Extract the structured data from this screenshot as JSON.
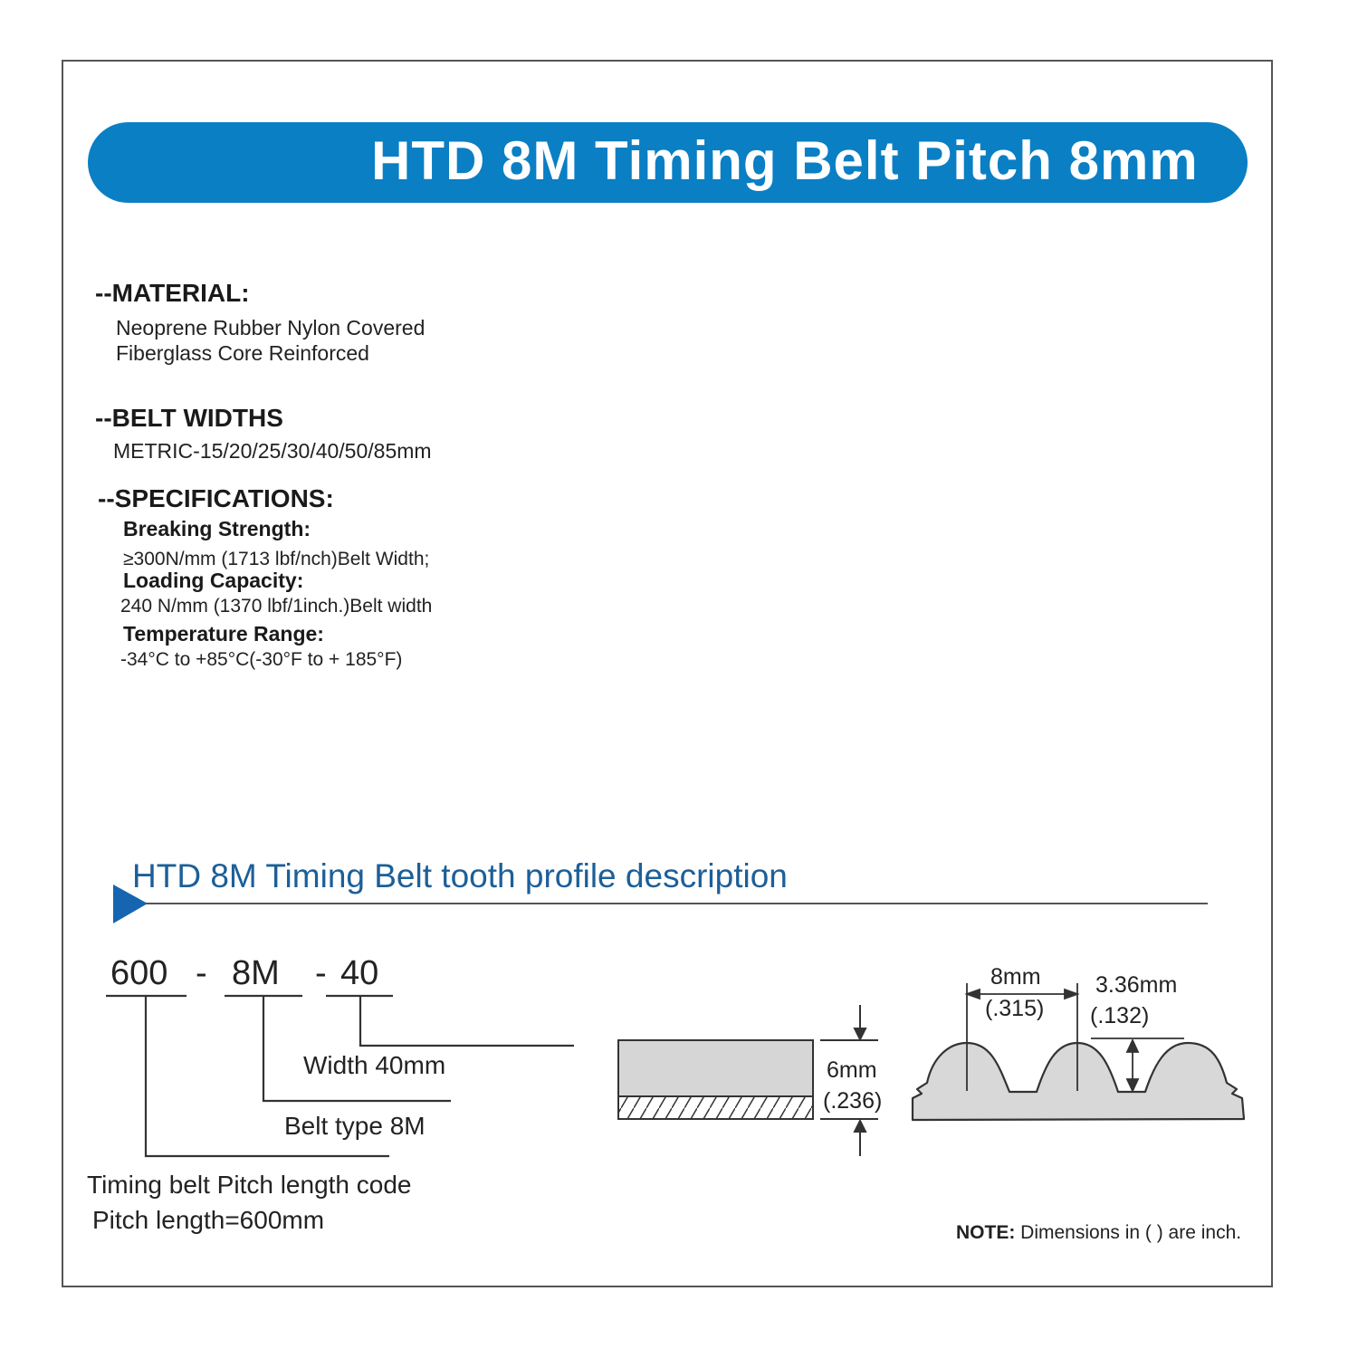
{
  "banner": {
    "title": "HTD 8M Timing Belt Pitch 8mm"
  },
  "material": {
    "heading": "--MATERIAL:",
    "lines": [
      "Neoprene Rubber Nylon Covered",
      "Fiberglass Core Reinforced"
    ]
  },
  "widths": {
    "heading": "--BELT WIDTHS",
    "line": "METRIC-15/20/25/30/40/50/85mm"
  },
  "specs": {
    "heading": "--SPECIFICATIONS:",
    "breaking_label": "Breaking Strength:",
    "breaking_value": "≥300N/mm (1713 lbf/nch)Belt Width;",
    "loading_label": "Loading Capacity:",
    "loading_value": "240 N/mm (1370 lbf/1inch.)Belt width",
    "temp_label": "Temperature Range:",
    "temp_value": "-34°C to +85°C(-30°F to + 185°F)"
  },
  "profile": {
    "title": "HTD 8M Timing Belt tooth profile description",
    "code_length": "600",
    "dash1": "-",
    "code_type": "8M",
    "dash2": "-",
    "code_width": "40",
    "width_label": "Width 40mm",
    "type_label": "Belt type 8M",
    "pitch_code_label": "Timing belt Pitch length code",
    "pitch_length_label": "Pitch length=600mm",
    "thickness_mm": "6mm",
    "thickness_in": "(.236)",
    "pitch_mm": "8mm",
    "pitch_in": "(.315)",
    "tooth_mm": "3.36mm",
    "tooth_in": "(.132)"
  },
  "note": {
    "label": "NOTE:",
    "text": "Dimensions in ( ) are inch."
  },
  "colors": {
    "banner": "#0a7fc4",
    "section_title": "#1c5f98",
    "marker": "#1565b0"
  }
}
